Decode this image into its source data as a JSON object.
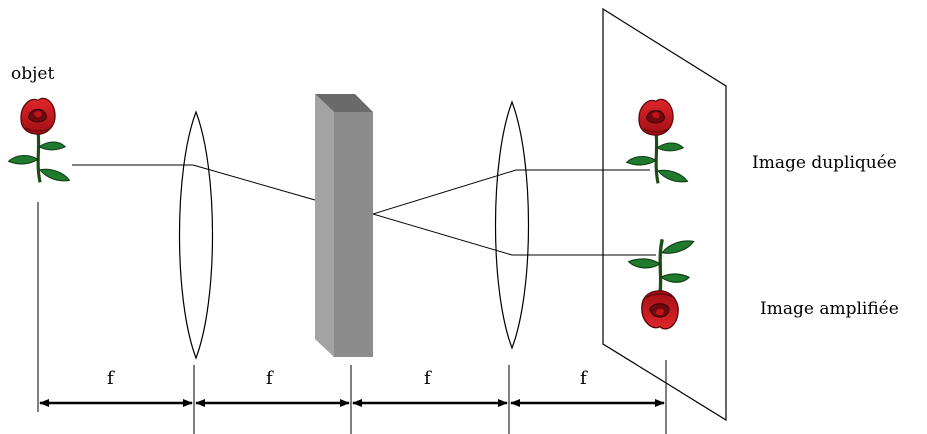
{
  "labels": {
    "object": "objet",
    "image_duplicated": "Image dupliquée",
    "image_amplified": "Image amplifiée"
  },
  "dimensions": [
    "f",
    "f",
    "f",
    "f"
  ],
  "colors": {
    "rose_petal": "#c0141b",
    "rose_dark": "#6e0a0d",
    "leaf": "#1f7a2e",
    "stem": "#1c4d14",
    "prism_front": "#9b9b9b",
    "prism_side": "#8a8a8a",
    "prism_top": "#6a6a6a",
    "line": "#000000"
  },
  "icons": {
    "object": "rose-icon",
    "image_duplicated": "rose-icon",
    "image_amplified": "inverted-rose-icon"
  }
}
